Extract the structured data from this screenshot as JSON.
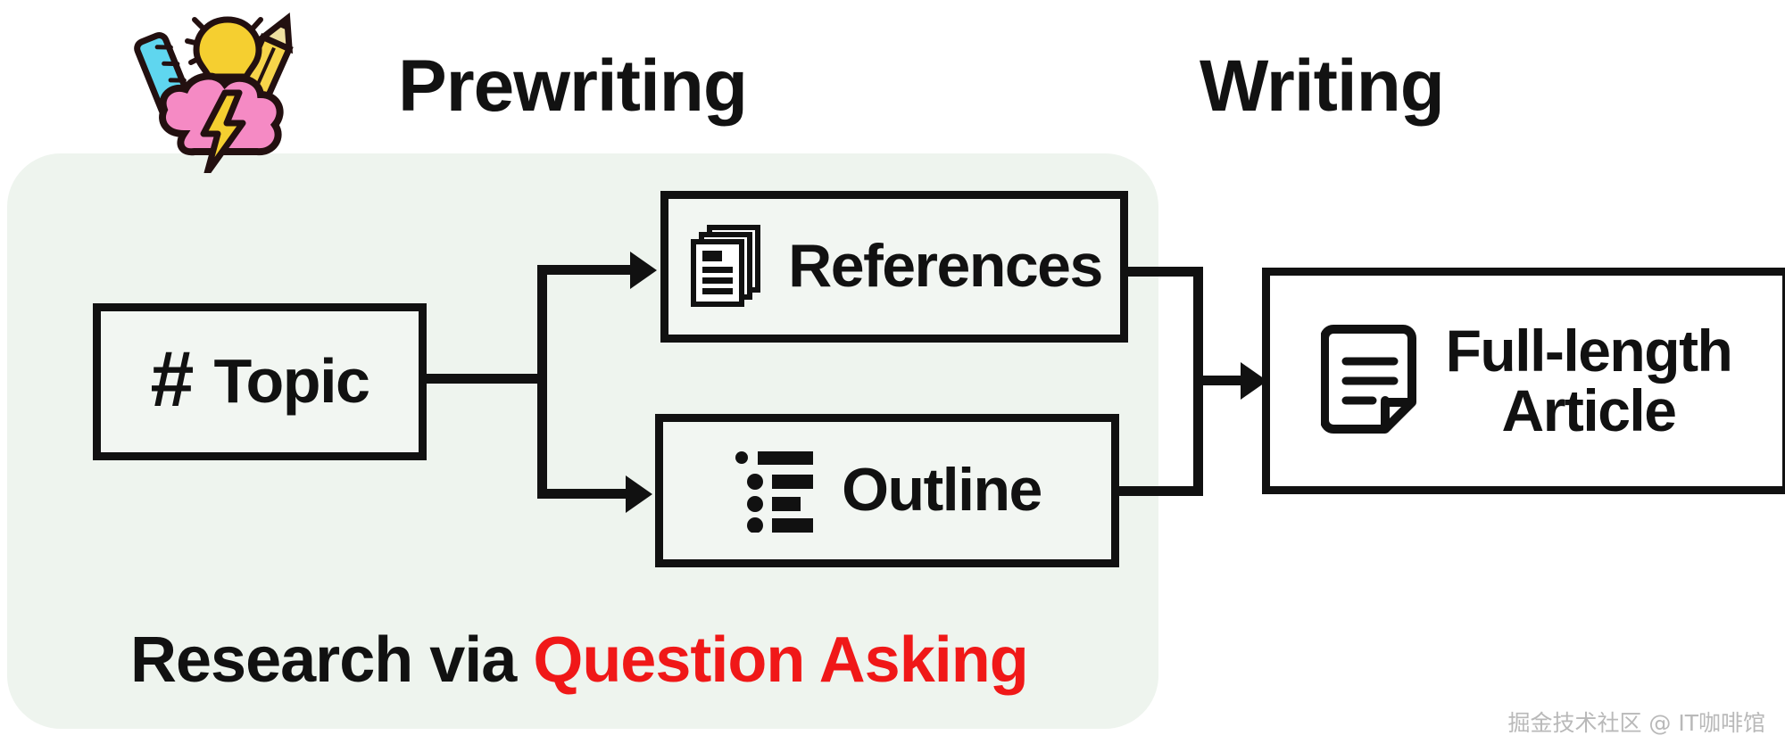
{
  "diagram": {
    "type": "flow",
    "phases": [
      {
        "id": "prewriting",
        "label": "Prewriting"
      },
      {
        "id": "writing",
        "label": "Writing"
      }
    ],
    "panel": {
      "id": "research-panel",
      "background_color": "#eef4ee",
      "caption": {
        "text_plain": "Research via Question Asking",
        "segments": [
          {
            "text": "Research via ",
            "color": "#111111"
          },
          {
            "text": "Question Asking",
            "color": "#f01818"
          }
        ]
      }
    },
    "nodes": [
      {
        "id": "topic",
        "label": "Topic",
        "icon": "hash-icon",
        "icon_glyph": "#"
      },
      {
        "id": "references",
        "label": "References",
        "icon": "documents-stack-icon"
      },
      {
        "id": "outline",
        "label": "Outline",
        "icon": "bullet-list-icon"
      },
      {
        "id": "article",
        "label": "Full-length\nArticle",
        "icon": "document-page-icon"
      }
    ],
    "edges": [
      {
        "from": "topic",
        "to": "references"
      },
      {
        "from": "topic",
        "to": "outline"
      },
      {
        "from": "references",
        "to": "article"
      },
      {
        "from": "outline",
        "to": "article"
      }
    ],
    "sticker": {
      "id": "brainstorm-sticker",
      "name": "brainstorm-icon"
    },
    "colors": {
      "box_border": "#111111",
      "box_fill": "#f2f6f2",
      "panel_fill": "#eef4ee",
      "accent_red": "#f01818",
      "text_dark": "#111111",
      "sticker_cloud": "#f58ac4",
      "sticker_bulb": "#f5cf30",
      "sticker_ruler": "#5fd6ef",
      "sticker_pencil": "#f7d44a",
      "sticker_bolt": "#f5cf30"
    }
  },
  "watermark": {
    "text": "掘金技术社区 @ IT咖啡馆"
  }
}
